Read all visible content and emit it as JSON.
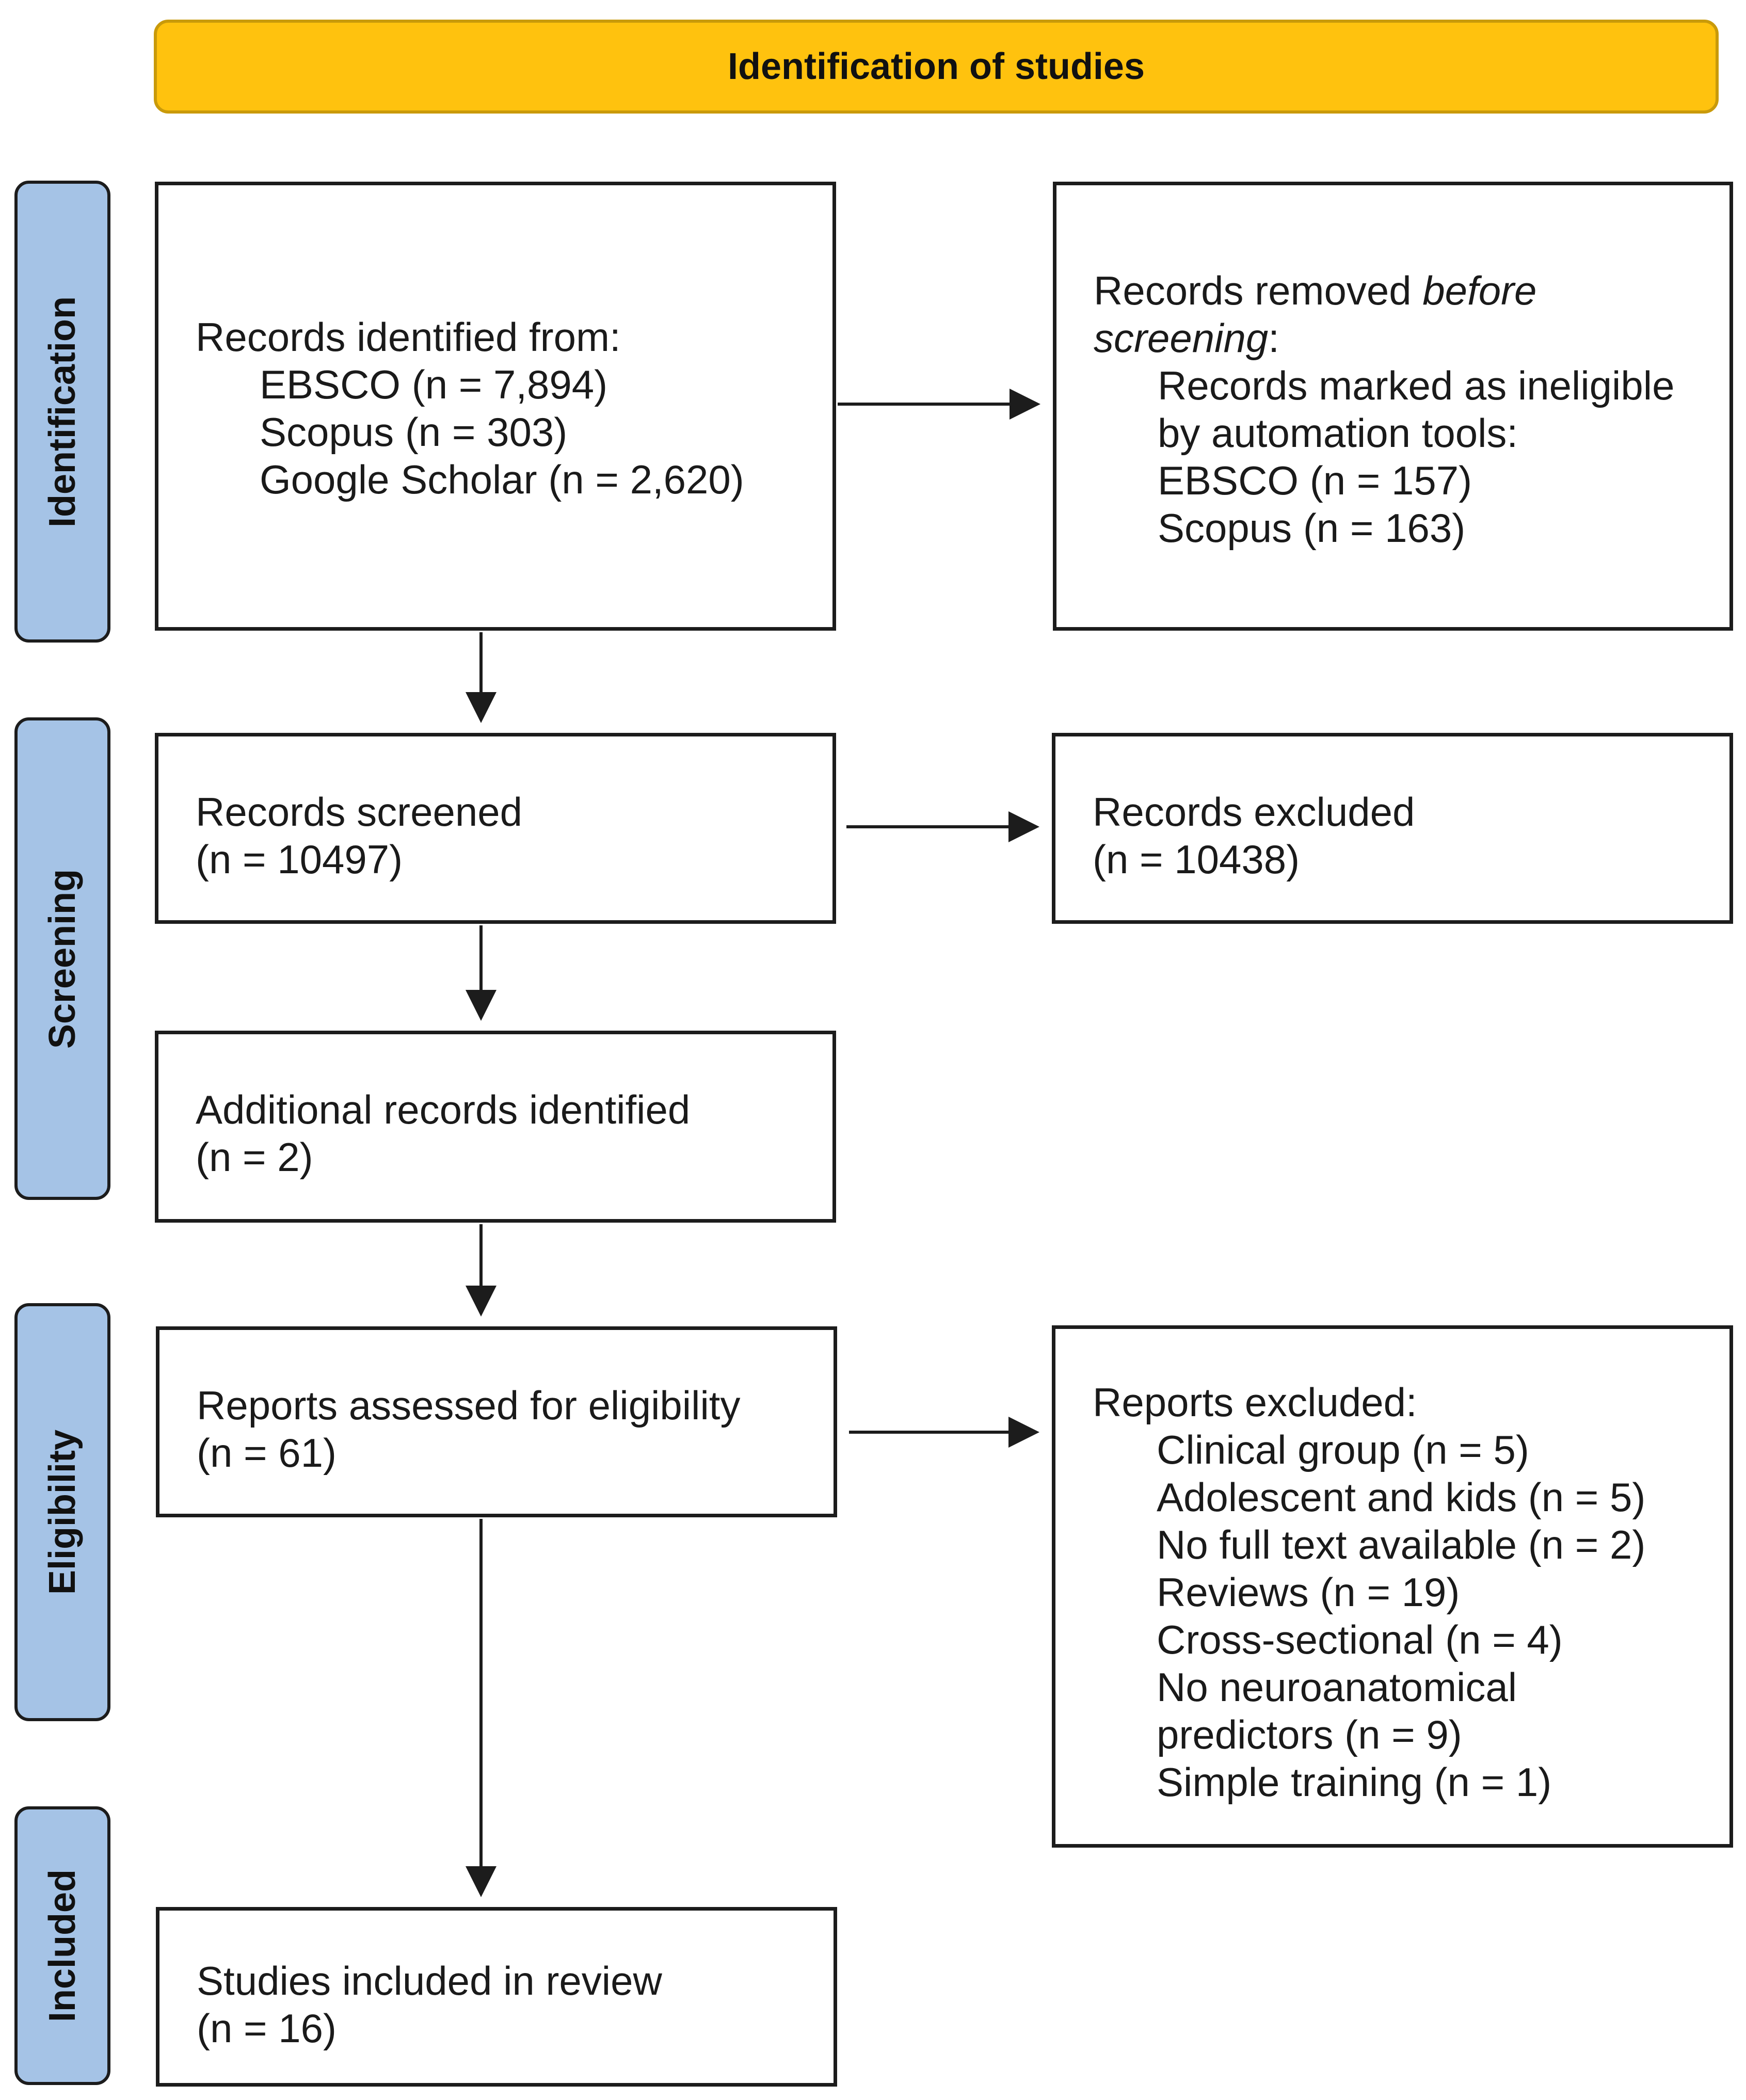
{
  "header": {
    "title": "Identification of studies"
  },
  "phases": {
    "identification": "Identification",
    "screening": "Screening",
    "eligibility": "Eligibility",
    "included": "Included"
  },
  "identified": {
    "heading": "Records identified from:",
    "sources": [
      "EBSCO (n = 7,894)",
      "Scopus (n = 303)",
      "Google Scholar (n = 2,620)"
    ]
  },
  "removed": {
    "heading_plain": "Records removed ",
    "heading_italic_1": "before",
    "heading_italic_2": "screening",
    "heading_colon": ":",
    "lines": [
      "Records marked as ineligible",
      "by automation tools:",
      "EBSCO (n = 157)",
      "Scopus (n = 163)"
    ]
  },
  "screened": {
    "label": "Records screened",
    "count": "(n = 10497)"
  },
  "excluded": {
    "label": "Records excluded",
    "count": "(n = 10438)"
  },
  "additional": {
    "label": "Additional records identified",
    "count": "(n = 2)"
  },
  "assessed": {
    "label": "Reports assessed for eligibility",
    "count": "(n = 61)"
  },
  "reports_excluded": {
    "heading": "Reports excluded:",
    "reasons": [
      "Clinical group (n = 5)",
      "Adolescent and kids (n = 5)",
      "No full text available (n = 2)",
      "Reviews (n = 19)",
      "Cross-sectional (n = 4)",
      "No neuroanatomical",
      "predictors (n = 9)",
      "Simple training (n = 1)"
    ]
  },
  "included": {
    "label": "Studies included in review",
    "count": "(n = 16)"
  },
  "colors": {
    "header_fill": "#FFC20E",
    "phase_fill": "#A5C3E6",
    "line": "#1c1c1c"
  }
}
